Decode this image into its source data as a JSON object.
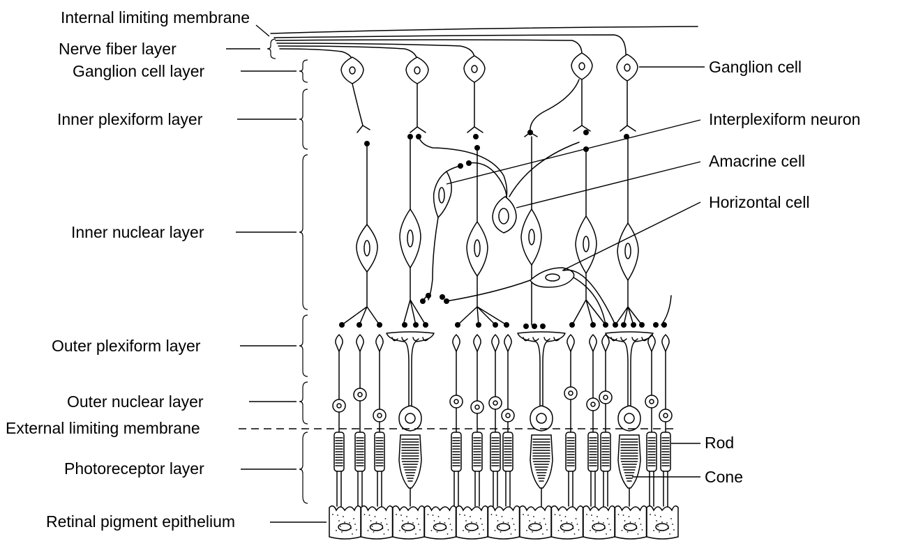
{
  "left_labels": [
    {
      "id": "internal-limiting-membrane",
      "text": "Internal limiting membrane"
    },
    {
      "id": "nerve-fiber-layer",
      "text": "Nerve fiber layer"
    },
    {
      "id": "ganglion-cell-layer",
      "text": "Ganglion cell layer"
    },
    {
      "id": "inner-plexiform-layer",
      "text": "Inner plexiform layer"
    },
    {
      "id": "inner-nuclear-layer",
      "text": "Inner nuclear layer"
    },
    {
      "id": "outer-plexiform-layer",
      "text": "Outer plexiform layer"
    },
    {
      "id": "outer-nuclear-layer",
      "text": "Outer nuclear layer"
    },
    {
      "id": "external-limiting-membrane",
      "text": "External limiting membrane"
    },
    {
      "id": "photoreceptor-layer",
      "text": "Photoreceptor layer"
    },
    {
      "id": "retinal-pigment-epithelium",
      "text": "Retinal pigment epithelium"
    }
  ],
  "right_labels": [
    {
      "id": "ganglion-cell",
      "text": "Ganglion cell"
    },
    {
      "id": "interplexiform-neuron",
      "text": "Interplexiform neuron"
    },
    {
      "id": "amacrine-cell",
      "text": "Amacrine cell"
    },
    {
      "id": "horizontal-cell",
      "text": "Horizontal cell"
    },
    {
      "id": "rod",
      "text": "Rod"
    },
    {
      "id": "cone",
      "text": "Cone"
    }
  ]
}
